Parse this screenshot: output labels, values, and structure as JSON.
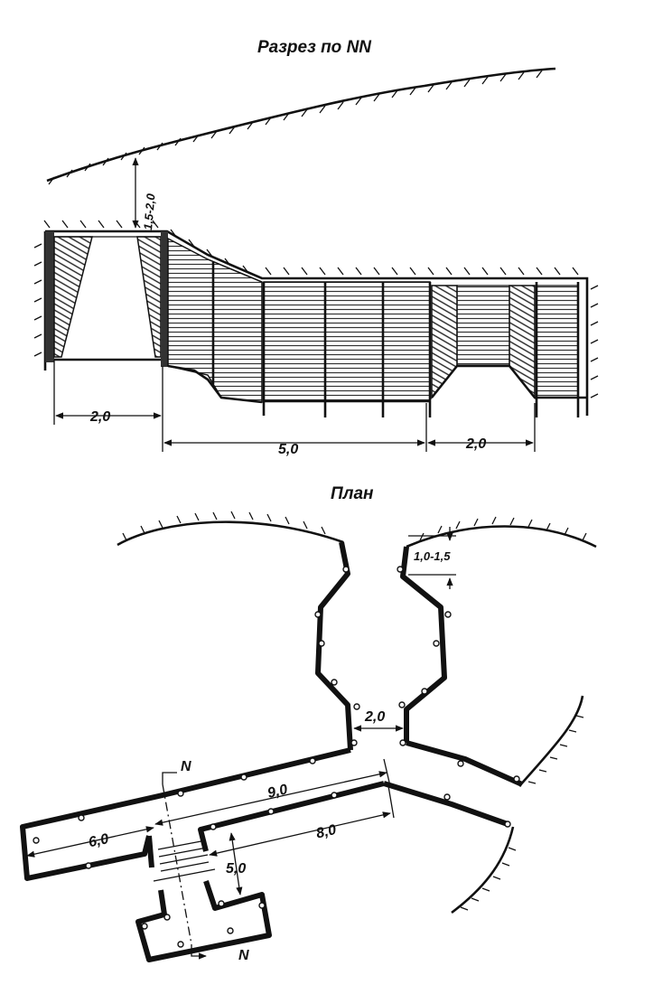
{
  "section": {
    "title": "Разрез по NN",
    "dims": {
      "cover": "1,5-2,0",
      "left_width": "2,0",
      "middle_length": "5,0",
      "right_width": "2,0"
    }
  },
  "plan": {
    "title": "План",
    "dims": {
      "top_offset": "1,0-1,5",
      "neck": "2,0",
      "long_upper": "9,0",
      "left_chamber": "6,0",
      "long_lower": "8,0",
      "entrance": "5,0"
    },
    "section_marks": [
      "N",
      "N"
    ]
  }
}
